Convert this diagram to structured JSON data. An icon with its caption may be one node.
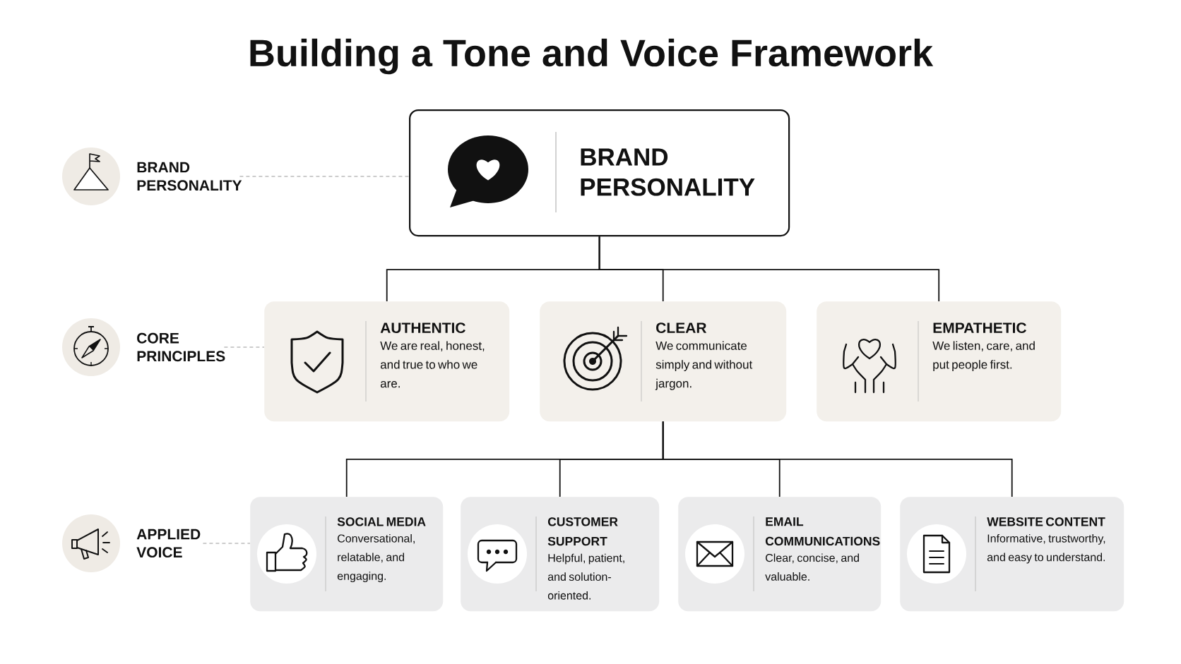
{
  "diagram": {
    "title": "Building a Tone and Voice Framework",
    "nodes": [
      {
        "text": [
          "BRAND PERSONALITY"
        ]
      },
      {
        "text": [
          "BRAND PERSONALITY"
        ]
      },
      {
        "text": [
          "CORE PRINCIPLES"
        ]
      },
      {
        "text": [
          "AUTHENTIC",
          "We are real, honest, and true to who we are."
        ]
      },
      {
        "text": [
          "CLEAR",
          "We communicate simply and without jargon."
        ]
      },
      {
        "text": [
          "EMPATHETIC",
          "We listen, care, and put people first."
        ]
      },
      {
        "text": [
          "APPLIED VOICE"
        ]
      },
      {
        "text": [
          "SOCIAL MEDIA",
          "Conversational, relatable, and engaging."
        ]
      },
      {
        "text": [
          "CUSTOMER SUPPORT",
          "Helpful, patient, and solution-oriented."
        ]
      },
      {
        "text": [
          "EMAIL COMMUNICATIONS",
          "Clear, concise, and valuable."
        ]
      },
      {
        "text": [
          "WEBSITE CONTENT",
          "Informative, trustworthy, and easy to understand."
        ]
      }
    ],
    "edges": [
      {
        "from": 0,
        "to": 1,
        "arrow": "none",
        "style": "dashed",
        "color": "#9a9a9a"
      },
      {
        "from": 1,
        "to": 3,
        "arrow": "none"
      },
      {
        "from": 1,
        "to": 4,
        "arrow": "none"
      },
      {
        "from": 1,
        "to": 5,
        "arrow": "none"
      },
      {
        "from": 2,
        "to": 3,
        "arrow": "none",
        "style": "dashed",
        "color": "#9a9a9a"
      },
      {
        "from": 4,
        "to": 7,
        "arrow": "none"
      },
      {
        "from": 4,
        "to": 8,
        "arrow": "none"
      },
      {
        "from": 4,
        "to": 9,
        "arrow": "none"
      },
      {
        "from": 4,
        "to": 10,
        "arrow": "none"
      },
      {
        "from": 6,
        "to": 7,
        "arrow": "none",
        "style": "dashed",
        "color": "#9a9a9a"
      }
    ]
  }
}
